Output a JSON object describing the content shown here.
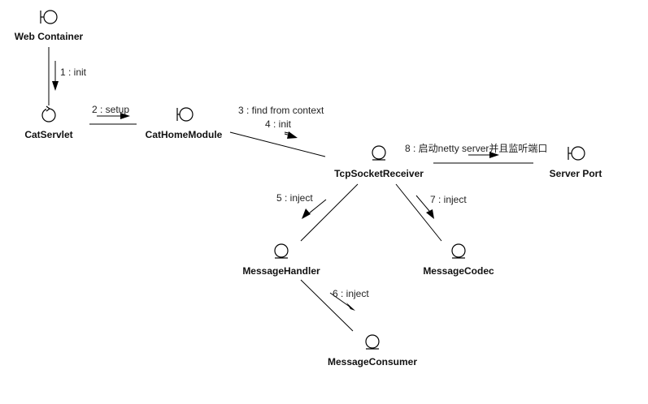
{
  "objects": {
    "web_container": {
      "label": "Web Container",
      "icon": "boundary-icon"
    },
    "cat_servlet": {
      "label": "CatServlet",
      "icon": "control-icon"
    },
    "cat_home_module": {
      "label": "CatHomeModule",
      "icon": "boundary-icon"
    },
    "tcp_socket_receiver": {
      "label": "TcpSocketReceiver",
      "icon": "entity-icon"
    },
    "server_port": {
      "label": "Server Port",
      "icon": "boundary-icon"
    },
    "message_handler": {
      "label": "MessageHandler",
      "icon": "entity-icon"
    },
    "message_codec": {
      "label": "MessageCodec",
      "icon": "entity-icon"
    },
    "message_consumer": {
      "label": "MessageConsumer",
      "icon": "entity-icon"
    }
  },
  "messages": {
    "m1": "1 : init",
    "m2": "2 : setup",
    "m3": "3 : find from context",
    "m4": "4 : init",
    "m5": "5 : inject",
    "m6": "6 : inject",
    "m7": "7 : inject",
    "m8": "8 : 启动netty server并且监听端口"
  }
}
